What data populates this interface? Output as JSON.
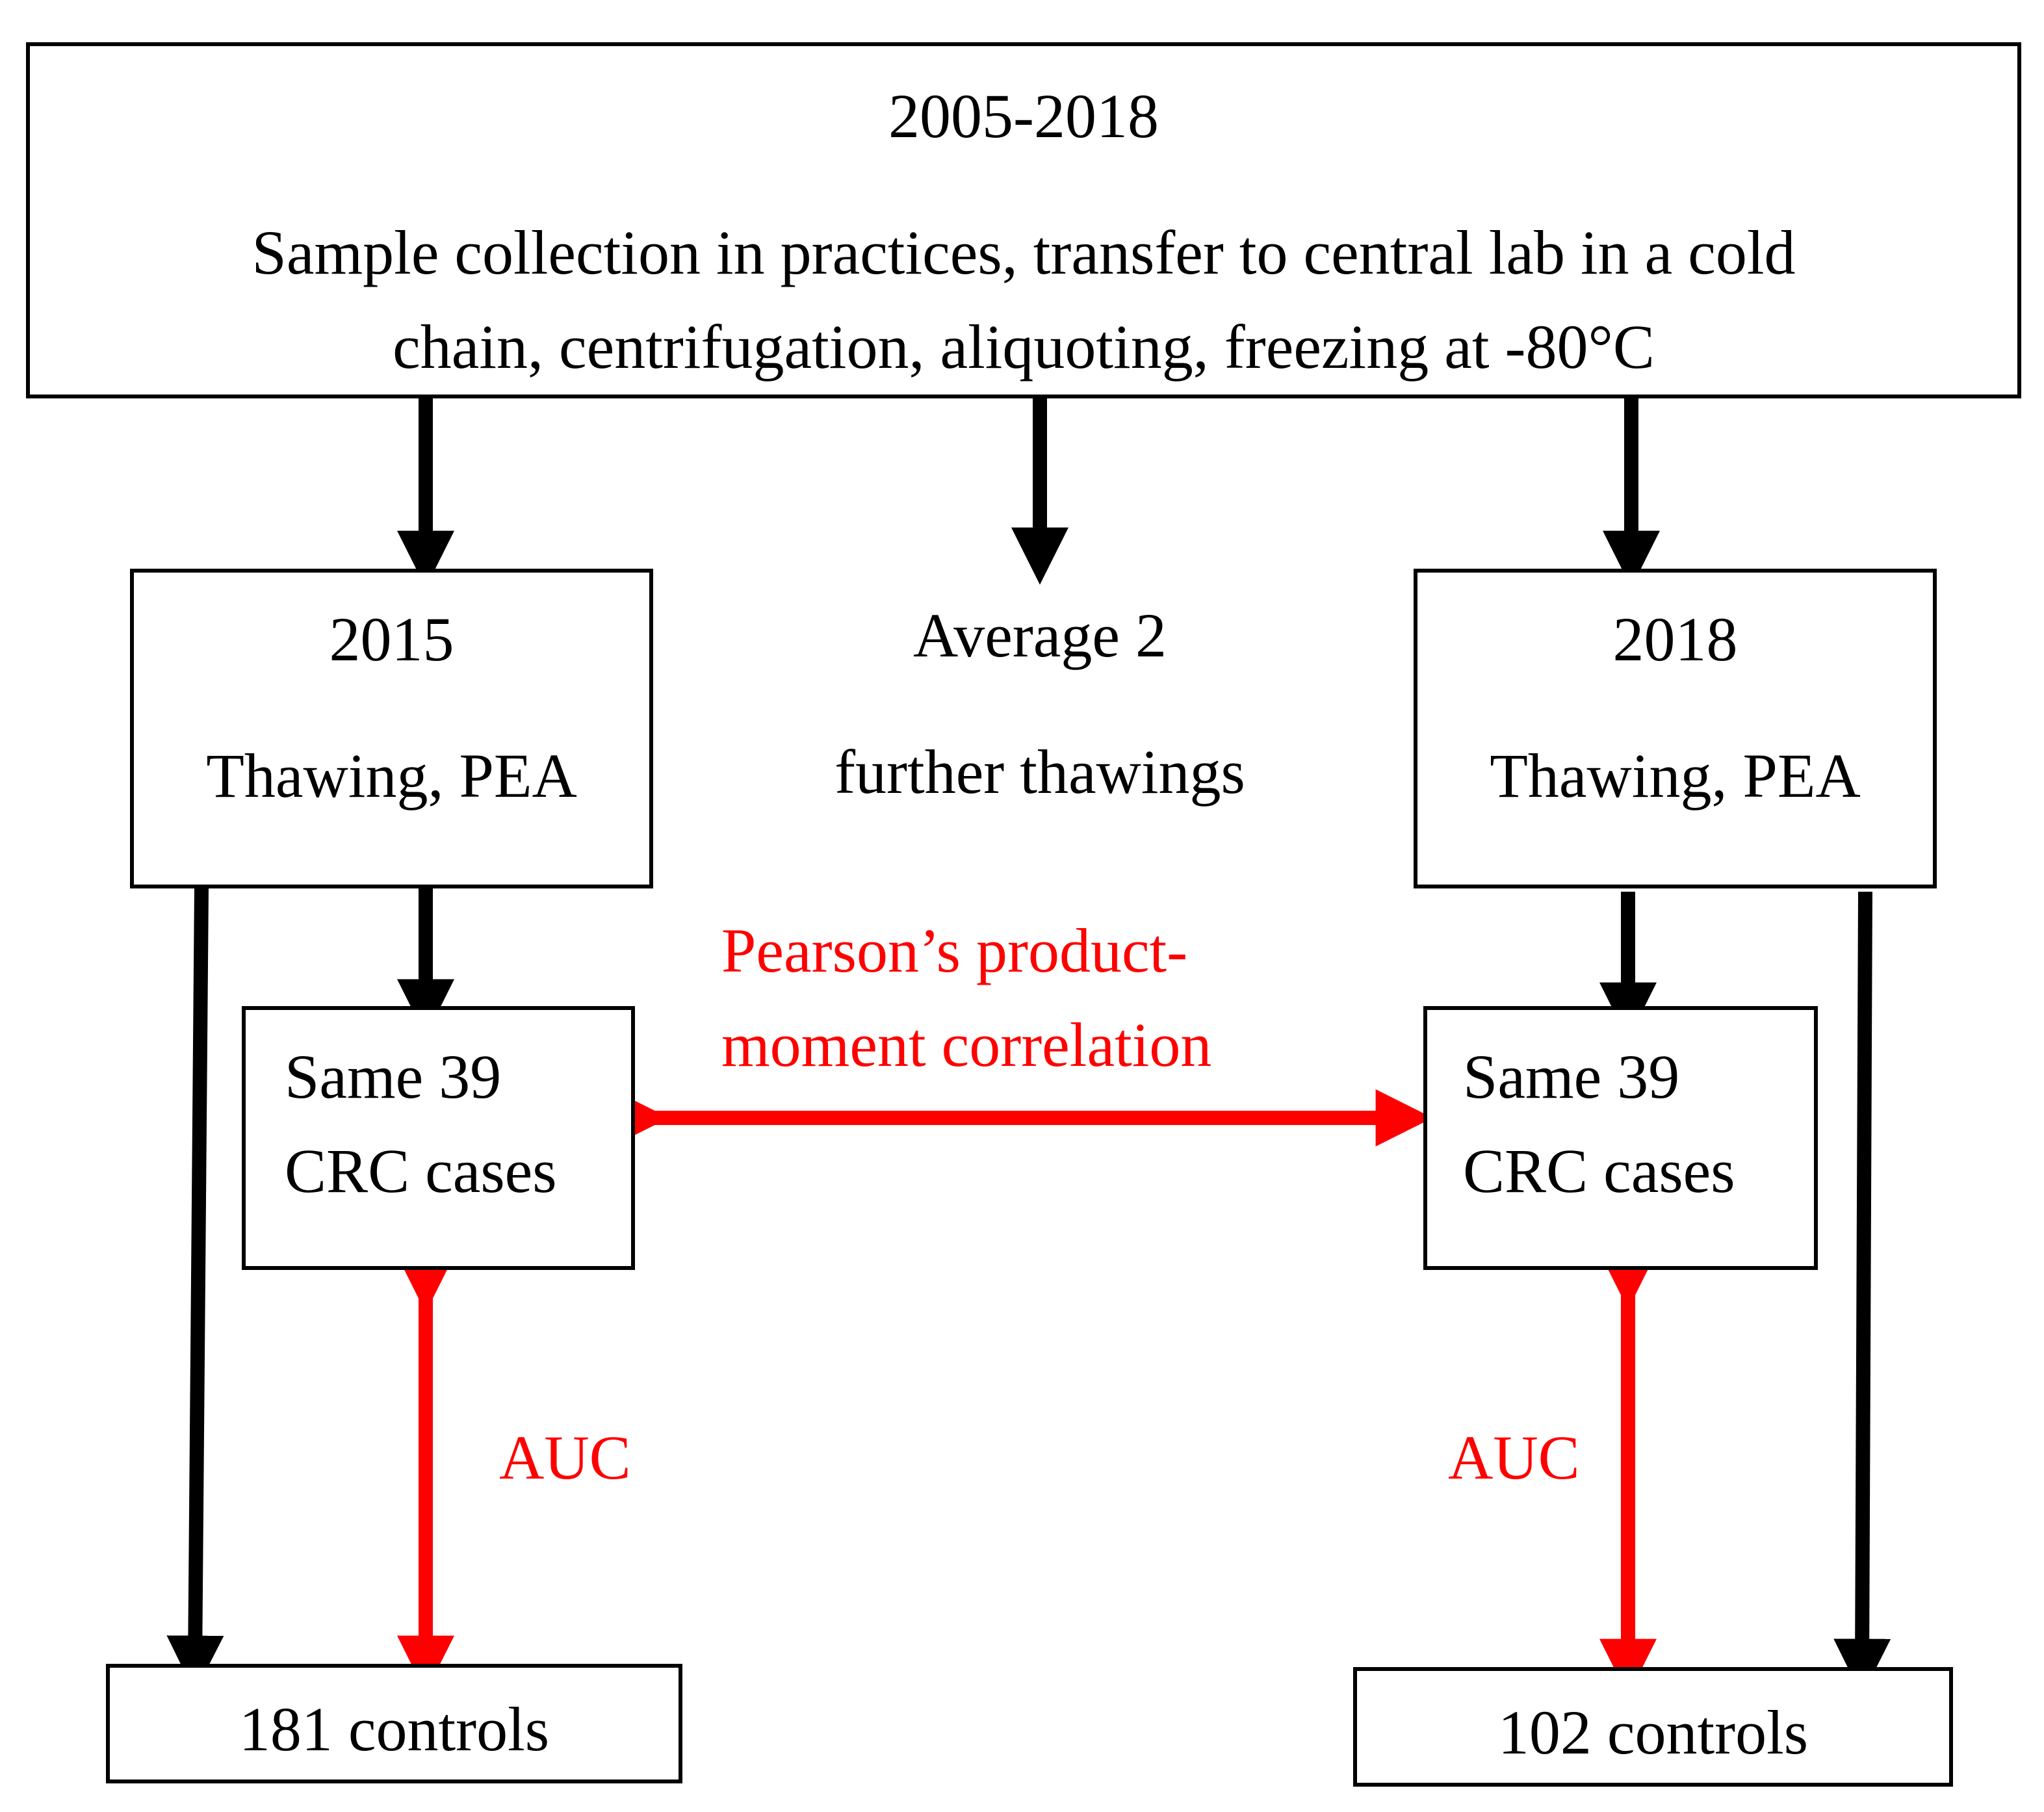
{
  "colors": {
    "line": "#000000",
    "accent": "#ff0000",
    "background": "#ffffff"
  },
  "top": {
    "years": "2005-2018",
    "line1": "Sample collection in practices, transfer to central lab in a cold",
    "line2": "chain, centrifugation, aliquoting, freezing at -80°C"
  },
  "left_box": {
    "year": "2015",
    "label": "Thawing, PEA"
  },
  "middle": {
    "line1": "Average 2",
    "line2": "further thawings"
  },
  "right_box": {
    "year": "2018",
    "label": "Thawing, PEA"
  },
  "left_cases": {
    "line1": "Same 39",
    "line2": "CRC cases"
  },
  "right_cases": {
    "line1": "Same 39",
    "line2": "CRC cases"
  },
  "correlation": {
    "line1": "Pearson’s product-",
    "line2": "moment correlation"
  },
  "auc_left": "AUC",
  "auc_right": "AUC",
  "left_controls": "181 controls",
  "right_controls": "102 controls"
}
